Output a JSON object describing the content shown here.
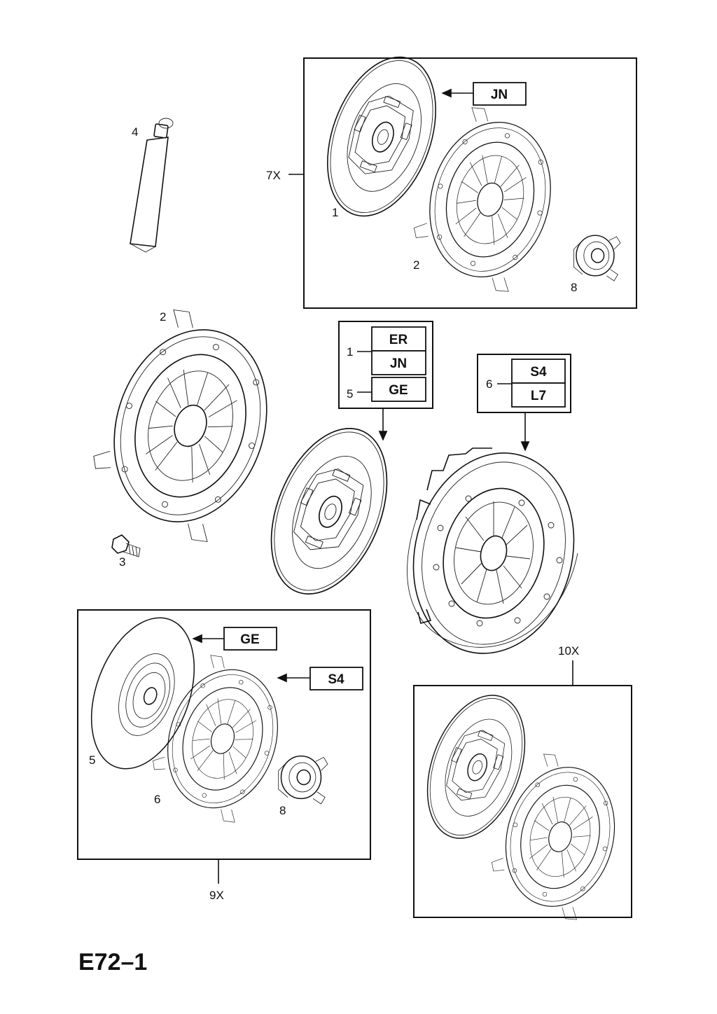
{
  "diagram_code": "E72–1",
  "kits": {
    "kit_7x": {
      "label": "7X",
      "code": "JN",
      "parts": [
        "1",
        "2",
        "8"
      ]
    },
    "kit_9x": {
      "label": "9X",
      "codes": [
        "GE",
        "S4"
      ],
      "parts": [
        "5",
        "6",
        "8"
      ]
    },
    "kit_10x": {
      "label": "10X"
    }
  },
  "loose_parts": {
    "tube_label": "4",
    "pressure_plate_label": "2",
    "bolt_label": "3"
  },
  "center_legend": {
    "rows": [
      {
        "part": "1",
        "codes": [
          "ER",
          "JN"
        ]
      },
      {
        "part": "5",
        "codes": [
          "GE"
        ]
      }
    ]
  },
  "right_legend": {
    "rows": [
      {
        "part": "6",
        "codes": [
          "S4",
          "L7"
        ]
      }
    ]
  }
}
